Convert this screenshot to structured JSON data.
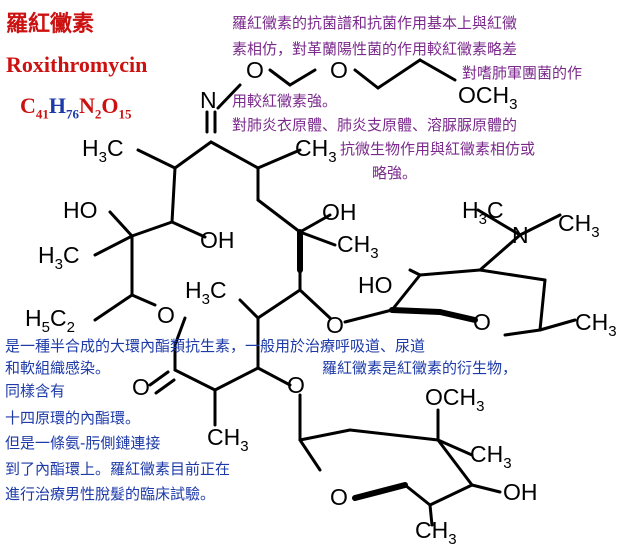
{
  "title": {
    "chinese": "羅紅黴素",
    "english": "Roxithromycin"
  },
  "formula": [
    {
      "el": "C",
      "n": "41",
      "color": "#cc1111"
    },
    {
      "el": "H",
      "n": "76",
      "color": "#1d3aa8"
    },
    {
      "el": "N",
      "n": "2",
      "color": "#cc1111"
    },
    {
      "el": "O",
      "n": "15",
      "color": "#cc1111"
    }
  ],
  "notes": {
    "right_top": [
      "羅紅黴素的抗菌譜和抗菌作用基本上與紅黴",
      "素相仿，對革蘭陽性菌的作用較紅黴素略差",
      "對嗜肺軍團菌的作",
      "用較紅黴素強。",
      "對肺炎衣原體、肺炎支原體、溶脲脲原體的",
      "抗微生物作用與紅黴素相仿或",
      "略強。"
    ],
    "left_bottom": [
      "是一種半合成的大環內酯類抗生素，一般用於治療呼吸道、尿道",
      "和軟組織感染。",
      "同樣含有",
      "十四原環的內酯環。",
      "但是一條氨-肟側鏈連接",
      "到了內酯環上。羅紅黴素目前正在",
      "進行治療男性脫髮的臨床試驗。"
    ],
    "right_mid": "羅紅黴素是紅黴素的衍生物，"
  },
  "atoms": {
    "n_oxime": "N",
    "o_oxime": "O",
    "o_ether": "O",
    "och3_top": "OCH",
    "och3_top_sub": "3",
    "h3c_1": "H",
    "h3c_1_sub": "3",
    "h3c_1_c": "C",
    "ch3_1": "CH",
    "ch3_1_sub": "3",
    "ho_1": "HO",
    "oh_1": "OH",
    "oh_2": "OH",
    "ch3_2": "CH",
    "ch3_2_sub": "3",
    "h3c_2": "H",
    "h3c_2_sub": "3",
    "h3c_2_c": "C",
    "h3c_3": "H",
    "h3c_3_sub": "3",
    "h3c_3_c": "C",
    "h5c2": "H",
    "h5c2_sub": "5",
    "h5c2_c": "C",
    "h5c2_sub2": "2",
    "o_ring": "O",
    "o_link1": "O",
    "o_carbonyl": "O",
    "o_link2": "O",
    "ch3_bottom": "CH",
    "ch3_bottom_sub": "3",
    "nme2_h3c": "H",
    "nme2_h3c_sub": "3",
    "nme2_h3c_c": "C",
    "nme2_n": "N",
    "nme2_ch3": "CH",
    "nme2_ch3_sub": "3",
    "ho_sugar": "HO",
    "o_sugar": "O",
    "ch3_sugar": "CH",
    "ch3_sugar_sub": "3",
    "och3_clad": "OCH",
    "och3_clad_sub": "3",
    "ch3_clad": "CH",
    "ch3_clad_sub": "3",
    "oh_clad": "OH",
    "o_clad": "O",
    "ch3_clad2": "CH",
    "ch3_clad2_sub": "3"
  }
}
